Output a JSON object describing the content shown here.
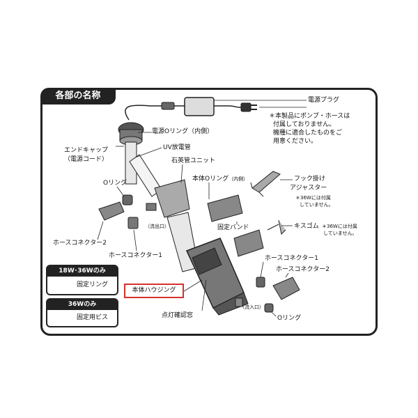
{
  "title": "各部の名称",
  "labels": {
    "power_plug": "電源プラグ",
    "power_o_ring": "電源Oリング（内側）",
    "end_cap_line1": "エンドキャップ",
    "end_cap_line2": "（電源コード）",
    "uv_lamp": "UV放電管",
    "quartz_unit": "石英管ユニット",
    "main_o_ring": "本体Oリング",
    "main_o_ring_note": "（内側）",
    "hook_adjuster_line1": "フック掛け",
    "hook_adjuster_line2": "アジャスター",
    "o_ring_left": "Oリング",
    "outlet": "（流出口）",
    "fixing_band": "固定バンド",
    "kisugomu": "キスゴム",
    "hose_connector_2_left": "ホースコネクター2",
    "hose_connector_1_left": "ホースコネクター1",
    "hose_connector_1_right": "ホースコネクター1",
    "hose_connector_2_right": "ホースコネクター2",
    "main_housing": "本体ハウジング",
    "inlet": "（流入口）",
    "lamp_window": "点灯確認窓",
    "o_ring_right": "Oリング"
  },
  "notes": {
    "pump_hose_line1": "＊本製品にポンプ・ホースは",
    "pump_hose_line2": "付属しておりません。",
    "pump_hose_line3": "機種に適合したものをご",
    "pump_hose_line4": "用意ください。",
    "hook_36w_line1": "＊36Wには付属",
    "hook_36w_line2": "していません。",
    "kiss_36w_line1": "＊36Wには付属",
    "kiss_36w_line2": "していません。"
  },
  "box_18w_36w": {
    "title": "18W･36Wのみ",
    "item": "固定リング"
  },
  "box_36w": {
    "title": "36Wのみ",
    "item": "固定用ビス"
  },
  "colors": {
    "outline": "#222222",
    "highlight": "#d6312c",
    "part_dark": "#555555",
    "part_mid": "#8a8a8a",
    "part_light": "#cfcfcf"
  }
}
